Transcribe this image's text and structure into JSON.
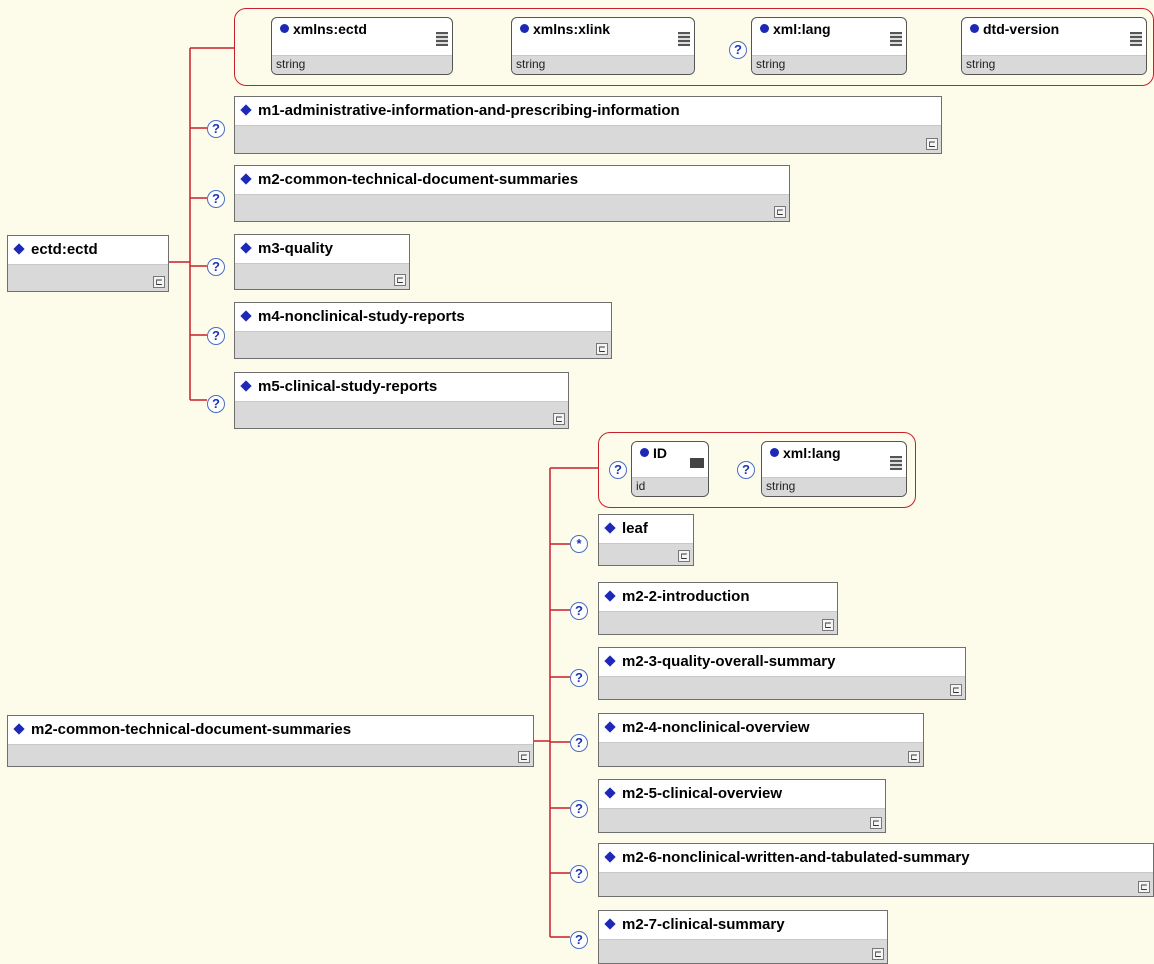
{
  "colors": {
    "background": "#fdfbe9",
    "connector": "#c8202a",
    "diamond": "#1d28b8",
    "node_footer": "#d9d9d9"
  },
  "diagram1": {
    "root": "ectd:ectd",
    "attributes": [
      {
        "name": "xmlns:ectd",
        "type": "string",
        "optional": false
      },
      {
        "name": "xmlns:xlink",
        "type": "string",
        "optional": false
      },
      {
        "name": "xml:lang",
        "type": "string",
        "optional": true
      },
      {
        "name": "dtd-version",
        "type": "string",
        "optional": false
      }
    ],
    "children": [
      {
        "label": "m1-administrative-information-and-prescribing-information",
        "occurrence": "?"
      },
      {
        "label": "m2-common-technical-document-summaries",
        "occurrence": "?"
      },
      {
        "label": "m3-quality",
        "occurrence": "?"
      },
      {
        "label": "m4-nonclinical-study-reports",
        "occurrence": "?"
      },
      {
        "label": "m5-clinical-study-reports",
        "occurrence": "?"
      }
    ]
  },
  "diagram2": {
    "root": "m2-common-technical-document-summaries",
    "attributes": [
      {
        "name": "ID",
        "type": "id",
        "optional": true
      },
      {
        "name": "xml:lang",
        "type": "string",
        "optional": true
      }
    ],
    "children": [
      {
        "label": "leaf",
        "occurrence": "*"
      },
      {
        "label": "m2-2-introduction",
        "occurrence": "?"
      },
      {
        "label": "m2-3-quality-overall-summary",
        "occurrence": "?"
      },
      {
        "label": "m2-4-nonclinical-overview",
        "occurrence": "?"
      },
      {
        "label": "m2-5-clinical-overview",
        "occurrence": "?"
      },
      {
        "label": "m2-6-nonclinical-written-and-tabulated-summary",
        "occurrence": "?"
      },
      {
        "label": "m2-7-clinical-summary",
        "occurrence": "?"
      }
    ]
  }
}
